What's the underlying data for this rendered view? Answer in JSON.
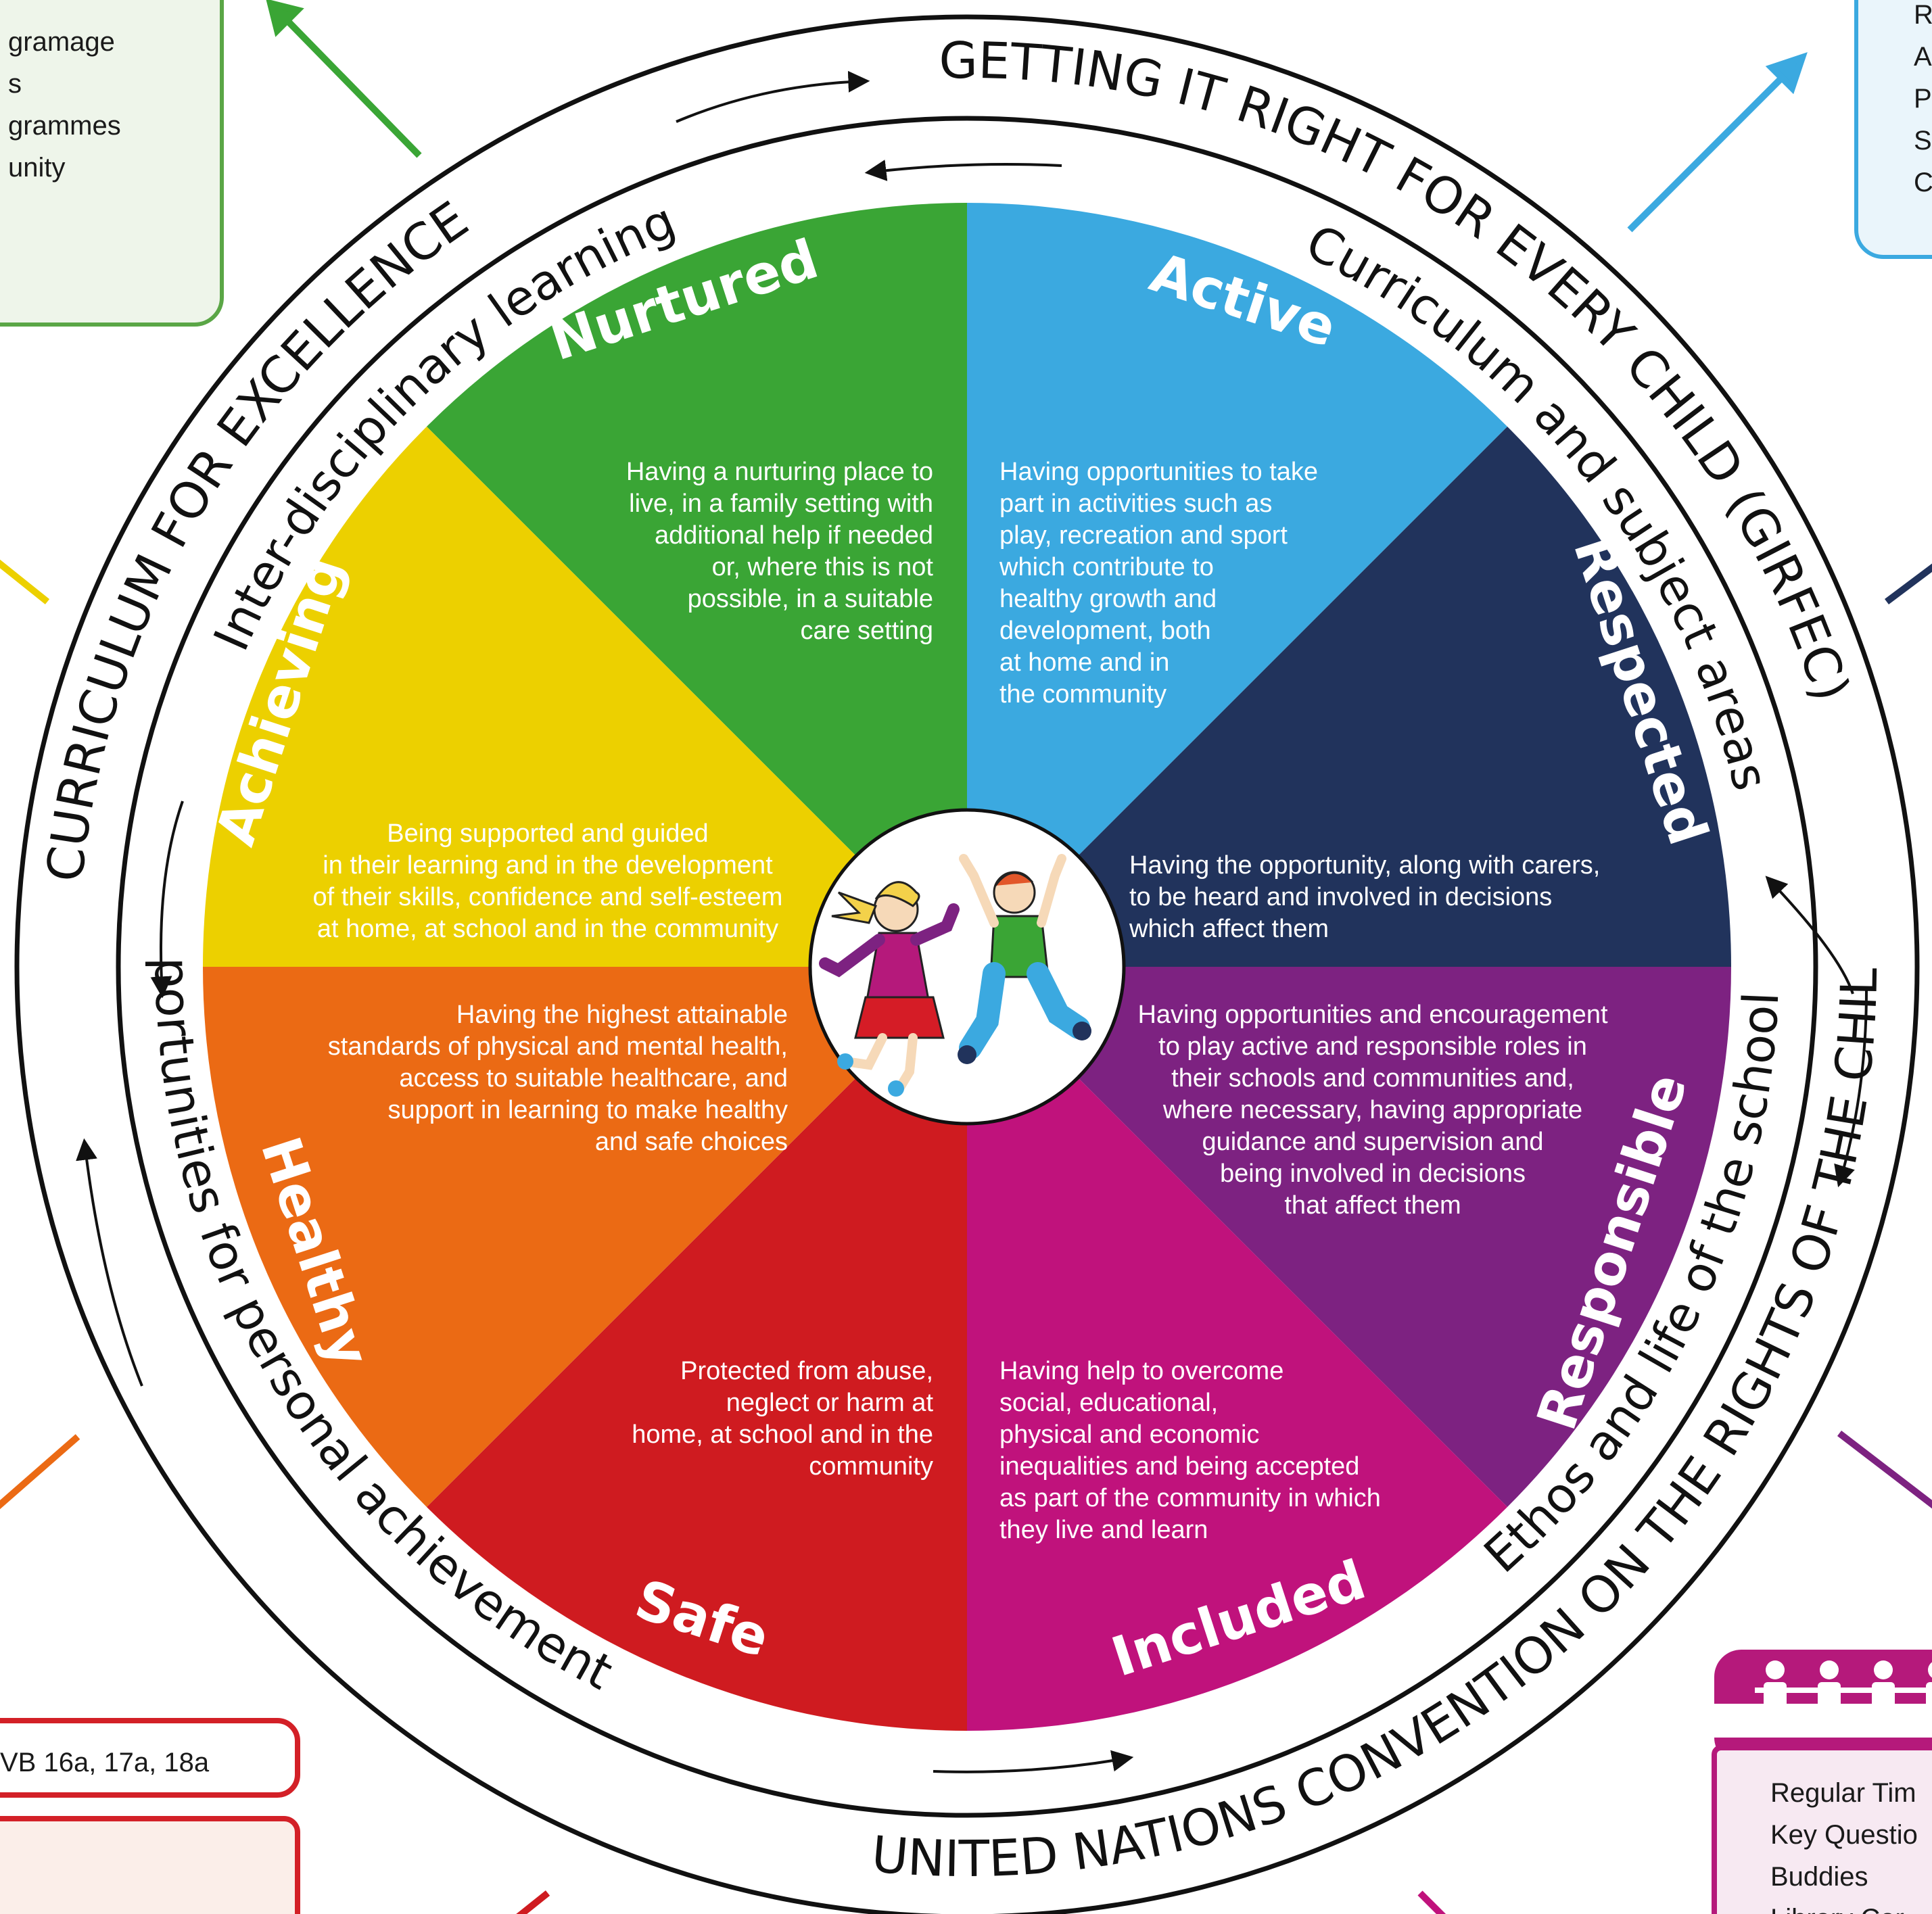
{
  "outer_ring": {
    "top_right": "GETTING IT RIGHT FOR EVERY CHILD (GIRFEC)",
    "left": "CURRICULUM FOR EXCELLENCE",
    "bottom": "UNITED NATIONS CONVENTION ON THE RIGHTS OF THE CHILD (UNCRC)"
  },
  "inner_ring": {
    "top_left": "Inter-disciplinary learning",
    "top_right": "Curriculum and subject areas",
    "bottom_right": "Ethos and life of the school",
    "bottom_left": "Opportunities for personal achievement"
  },
  "segments": [
    {
      "key": "nurtured",
      "title": "Nurtured",
      "color": "#3aa535",
      "lines": [
        "Having a nurturing place to",
        "live, in a family setting with",
        "additional help if needed",
        "or, where this is not",
        "possible, in a suitable",
        "care setting"
      ]
    },
    {
      "key": "active",
      "title": "Active",
      "color": "#3ba9e0",
      "lines": [
        "Having opportunities to take",
        "part in activities such as",
        "play, recreation and sport",
        "which contribute to",
        "healthy growth and",
        "development, both",
        "at home and in",
        "the community"
      ]
    },
    {
      "key": "respected",
      "title": "Respected",
      "color": "#21335c",
      "lines": [
        "Having the opportunity, along with carers,",
        "to be heard and involved in decisions",
        "which affect them"
      ]
    },
    {
      "key": "responsible",
      "title": "Responsible",
      "color": "#7d2281",
      "lines": [
        "Having opportunities and encouragement",
        "to play active and responsible roles in",
        "their schools and communities and,",
        "where necessary, having appropriate",
        "guidance and supervision and",
        "being involved in decisions",
        "that affect them"
      ]
    },
    {
      "key": "included",
      "title": "Included",
      "color": "#c0127c",
      "lines": [
        "Having help to overcome",
        "social, educational,",
        "physical and economic",
        "inequalities and being accepted",
        "as part of the community in which",
        "they live and learn"
      ]
    },
    {
      "key": "safe",
      "title": "Safe",
      "color": "#cf1b20",
      "lines": [
        "Protected from abuse,",
        "neglect or harm at",
        "home, at school and in the",
        "community"
      ]
    },
    {
      "key": "healthy",
      "title": "Healthy",
      "color": "#eb6a14",
      "lines": [
        "Having the highest attainable",
        "standards of physical and mental health,",
        "access to suitable healthcare, and",
        "support in learning to make healthy",
        "and safe choices"
      ]
    },
    {
      "key": "achieving",
      "title": "Achieving",
      "color": "#ecd000",
      "lines": [
        "Being supported and guided",
        "in their learning and in the development",
        "of their skills, confidence and self-esteem",
        "at home, at school and in the community"
      ]
    }
  ],
  "corners": {
    "top_left": [
      "gramage",
      "s",
      "grammes",
      "unity"
    ],
    "top_right": [
      "R",
      "A",
      "P",
      "S",
      "C"
    ],
    "bottom_left": "VB 16a, 17a, 18a",
    "bottom_right": [
      "Regular Tim",
      "Key Questio",
      "Buddies",
      "Library Cor"
    ]
  },
  "colors": {
    "corner_green": "#5aa646",
    "corner_blue": "#3ba9e0",
    "corner_red": "#d32027",
    "corner_magenta": "#b5197b"
  }
}
